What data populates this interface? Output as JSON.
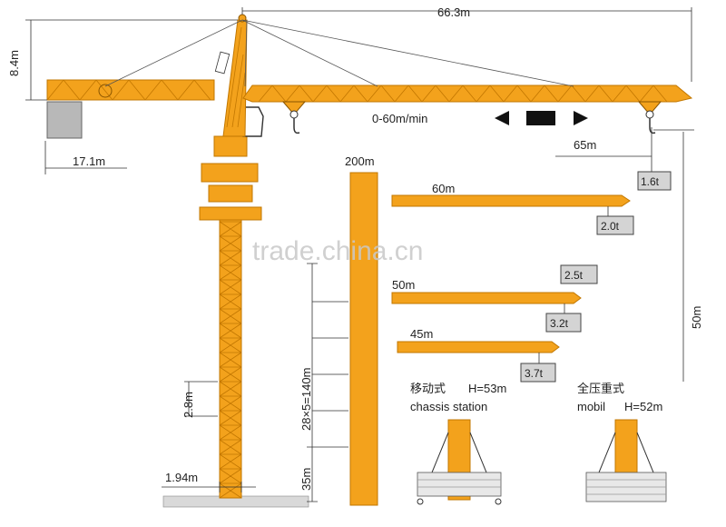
{
  "dimensions": {
    "jib_length": "66.3m",
    "top_height": "8.4m",
    "counter_jib": "17.1m",
    "radius_65": "65m",
    "height_200": "200m",
    "height_50": "50m",
    "mast_section": "2.8m",
    "mast_width": "1.94m",
    "mast_sections": "28×5=140m",
    "base_height": "35m"
  },
  "trolley_speed": "0-60m/min",
  "jib_options": [
    {
      "length": "60m",
      "load": "2.0t"
    },
    {
      "length": "50m",
      "load": "3.2t"
    },
    {
      "length": "45m",
      "load": "3.7t"
    }
  ],
  "extra_loads": [
    "1.6t",
    "2.5t"
  ],
  "base_types": [
    {
      "name_cn": "移动式",
      "name_en": "chassis station",
      "height": "H=53m"
    },
    {
      "name_cn": "全压重式",
      "name_en": "mobil",
      "height": "H=52m"
    }
  ],
  "watermark": "trade.china.cn",
  "colors": {
    "steel": "#f3a21c",
    "steel_dark": "#c27700",
    "counterweight": "#b8b8b8"
  }
}
